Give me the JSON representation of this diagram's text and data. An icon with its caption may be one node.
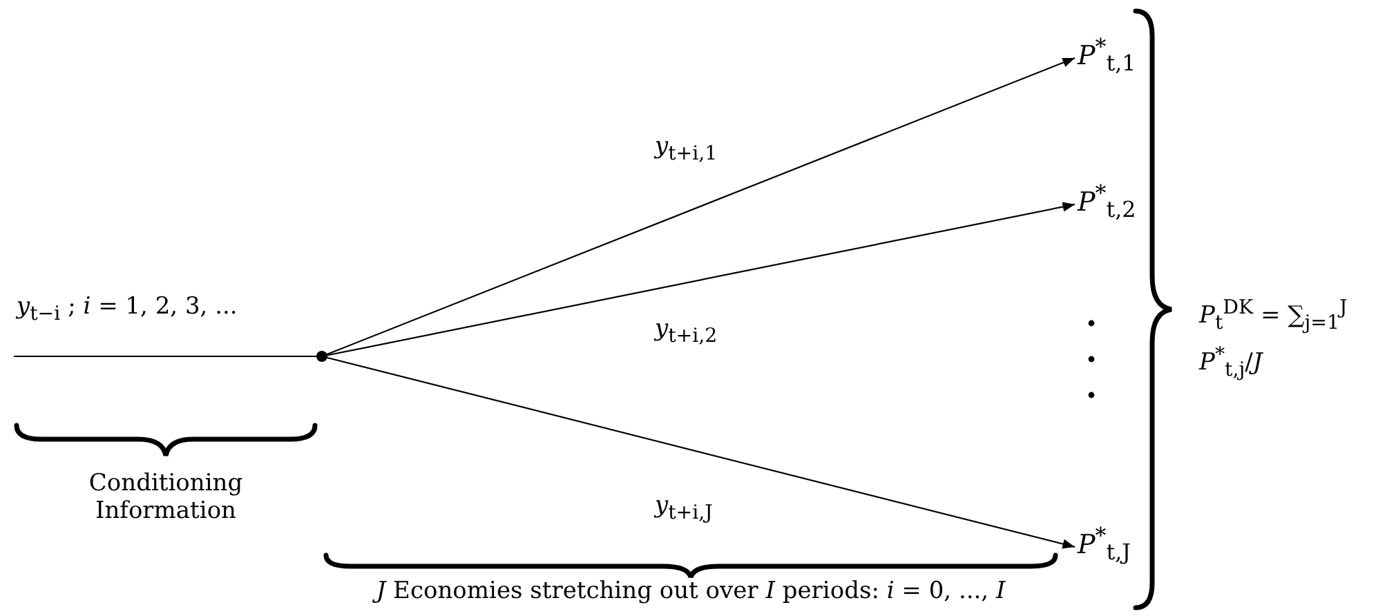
{
  "diagram": {
    "nodes": [
      {
        "text": [],
        "shape": "circle"
      },
      {
        "text": [
          "*P*$^{*}$$_{t,1}$"
        ]
      },
      {
        "text": [
          "*P*$^{*}$$_{t,2}$"
        ]
      },
      {
        "text": [
          "*P*$^{*}$$_{t,J}$"
        ]
      }
    ],
    "edges": [
      {
        "from": null,
        "to": 0,
        "arrow": "none"
      },
      {
        "from": 0,
        "to": 1,
        "arrow": "to",
        "label": "*y*$_{t+i,1}$"
      },
      {
        "from": 0,
        "to": 2,
        "arrow": "to",
        "label": "*y*$_{t+i,2}$"
      },
      {
        "from": 0,
        "to": 3,
        "arrow": "to",
        "label": "*y*$_{t+i,J}$"
      }
    ],
    "labels": [
      "*y*$_{t−i}$ ; *i* = 1, 2, 3, ...",
      "Conditioning Information",
      "*P*$_{t}$$^{DK}$ = ∑$_{j=1}$$^{J}$ *P*$^{*}$$_{t,j}$/*J*",
      "*J* Economies stretching out over *I* periods:  *i* = 0, ..., *I*"
    ]
  }
}
